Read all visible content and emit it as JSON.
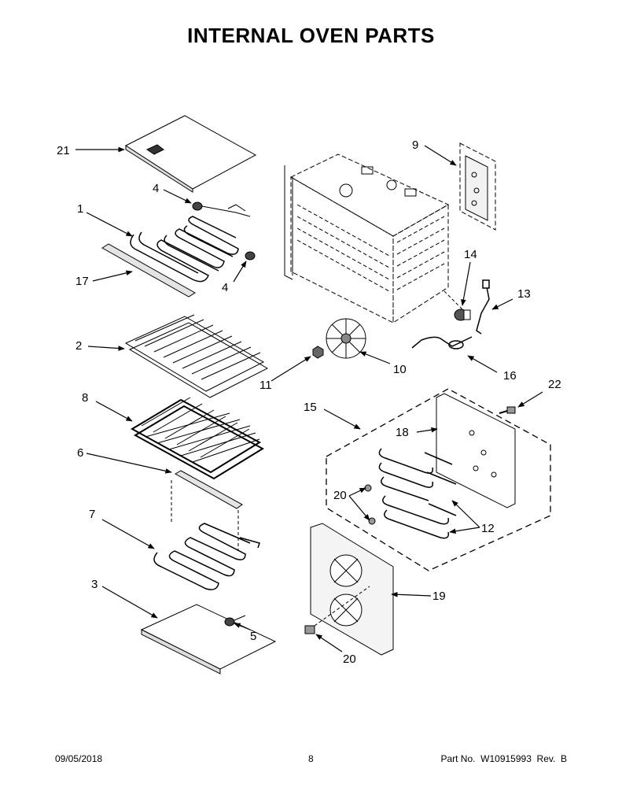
{
  "title": "INTERNAL OVEN PARTS",
  "callouts": {
    "c21": "21",
    "c4a": "4",
    "c1": "1",
    "c4b": "4",
    "c17": "17",
    "c2": "2",
    "c8": "8",
    "c6": "6",
    "c7": "7",
    "c3": "3",
    "c5": "5",
    "c9": "9",
    "c14": "14",
    "c13": "13",
    "c11": "11",
    "c10": "10",
    "c16": "16",
    "c22": "22",
    "c15": "15",
    "c18": "18",
    "c20a": "20",
    "c12": "12",
    "c19": "19",
    "c20b": "20"
  },
  "footer": {
    "date": "09/05/2018",
    "page": "8",
    "part_number": "Part No.  W10915993  Rev.  B"
  }
}
